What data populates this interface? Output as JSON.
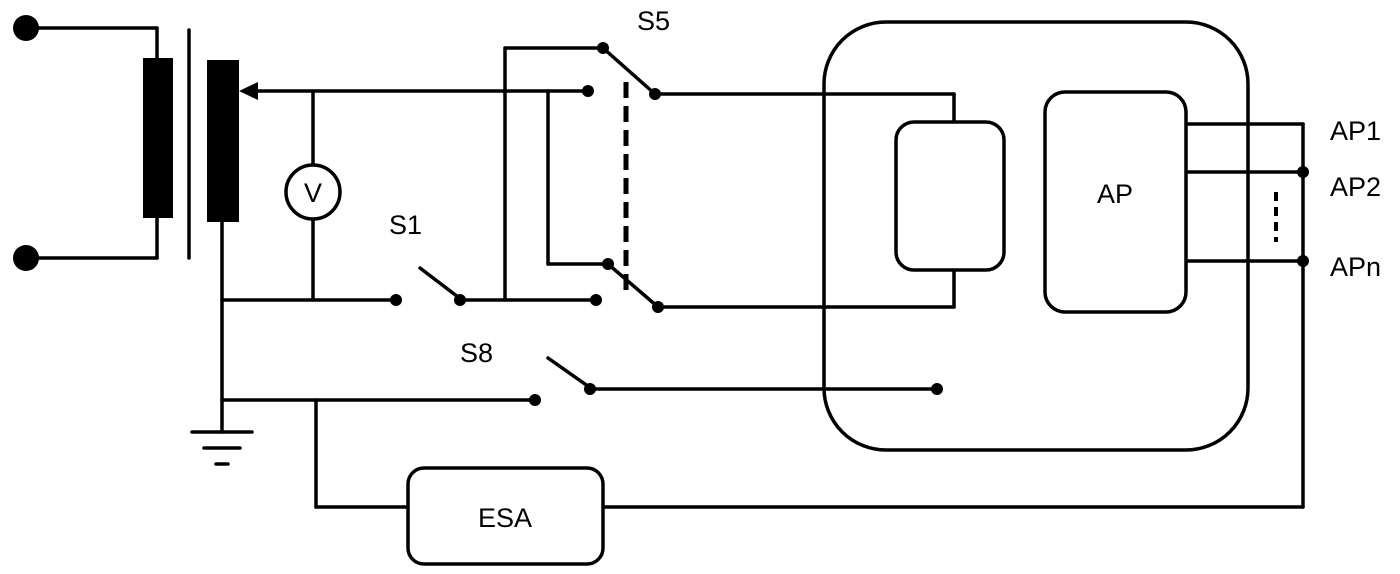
{
  "labels": {
    "voltmeter": "V",
    "switch_s1": "S1",
    "switch_s5": "S5",
    "switch_s8": "S8",
    "applied_part_box": "AP",
    "ap1": "AP1",
    "ap2": "AP2",
    "apn": "APn",
    "esa": "ESA"
  }
}
